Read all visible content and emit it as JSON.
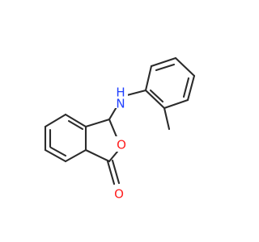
{
  "molecule": {
    "atoms": {
      "nitrogen": {
        "label": "N",
        "hydrogen": "H",
        "color": "#1f3fff"
      },
      "ring_oxygen": {
        "label": "O",
        "color": "#ff1f1f"
      },
      "carbonyl_oxygen": {
        "label": "O",
        "color": "#ff1f1f"
      }
    },
    "bond_color": "#2b2b2b"
  }
}
